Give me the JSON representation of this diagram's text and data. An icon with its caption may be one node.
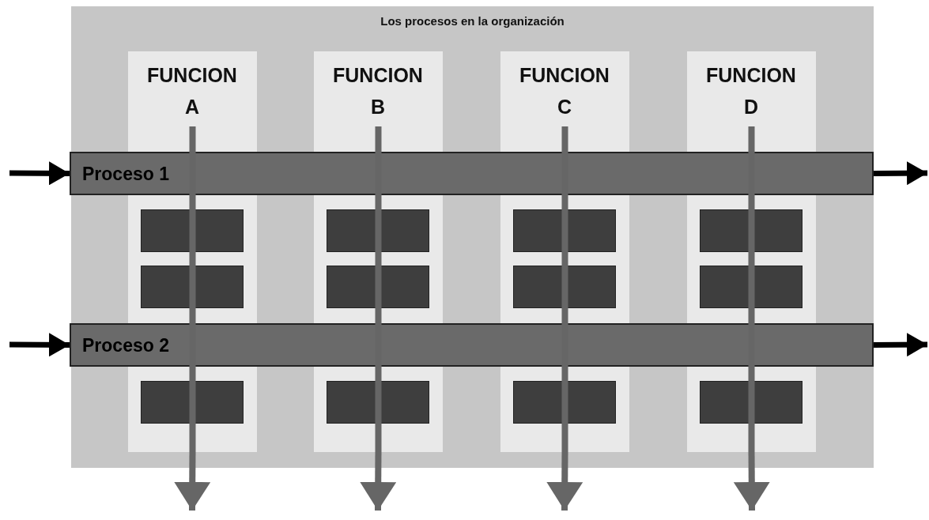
{
  "diagram": {
    "nodes": [
      {
        "text": [
          "Los procesos en la organización"
        ]
      },
      {
        "text": [
          "FUNCION A"
        ],
        "in": 0
      },
      {
        "text": [
          "FUNCION B"
        ],
        "in": 0
      },
      {
        "text": [
          "FUNCION C"
        ],
        "in": 0
      },
      {
        "text": [
          "FUNCION D"
        ],
        "in": 0
      },
      {
        "text": [
          "Proceso 1"
        ],
        "in": 0
      },
      {
        "text": [
          "Proceso 2"
        ],
        "in": 0
      },
      {
        "text": [],
        "shape": "box",
        "in": 1
      },
      {
        "text": [],
        "shape": "box",
        "in": 1
      },
      {
        "text": [],
        "shape": "box",
        "in": 1
      },
      {
        "text": [],
        "shape": "box",
        "in": 2
      },
      {
        "text": [],
        "shape": "box",
        "in": 2
      },
      {
        "text": [],
        "shape": "box",
        "in": 2
      },
      {
        "text": [],
        "shape": "box",
        "in": 3
      },
      {
        "text": [],
        "shape": "box",
        "in": 3
      },
      {
        "text": [],
        "shape": "box",
        "in": 3
      },
      {
        "text": [],
        "shape": "box",
        "in": 4
      },
      {
        "text": [],
        "shape": "box",
        "in": 4
      },
      {
        "text": [],
        "shape": "box",
        "in": 4
      }
    ],
    "edges": [
      {
        "from": 1,
        "to": null,
        "arrow": "to",
        "color": "#666666"
      },
      {
        "from": 2,
        "to": null,
        "arrow": "to",
        "color": "#666666"
      },
      {
        "from": 3,
        "to": null,
        "arrow": "to",
        "color": "#666666"
      },
      {
        "from": 4,
        "to": null,
        "arrow": "to",
        "color": "#666666"
      },
      {
        "from": null,
        "to": 5,
        "arrow": "to",
        "color": "#000000"
      },
      {
        "from": 5,
        "to": null,
        "arrow": "to",
        "color": "#000000"
      },
      {
        "from": null,
        "to": 6,
        "arrow": "to",
        "color": "#000000"
      },
      {
        "from": 6,
        "to": null,
        "arrow": "to",
        "color": "#000000"
      }
    ]
  }
}
